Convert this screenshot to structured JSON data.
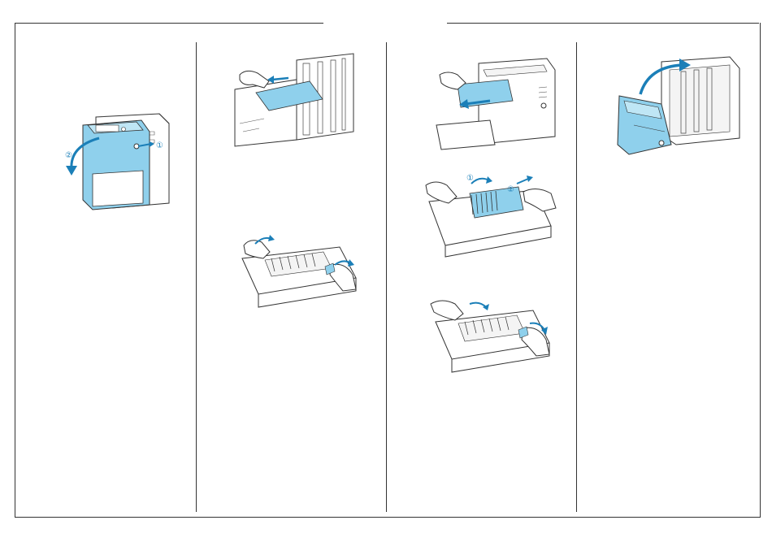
{
  "colors": {
    "line": "#333333",
    "accent_blue": "#8fd0ec",
    "accent_dark": "#1b7fb8",
    "paper": "#ffffff"
  },
  "step_markers": {
    "one": "①",
    "two": "②"
  },
  "panels": [
    {
      "id": "panel-1"
    },
    {
      "id": "panel-2"
    },
    {
      "id": "panel-3"
    },
    {
      "id": "panel-4"
    }
  ]
}
